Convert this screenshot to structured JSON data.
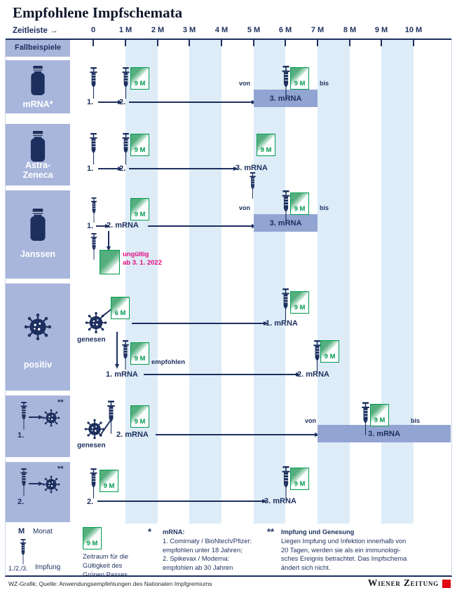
{
  "title": "Empfohlene Impfschemata",
  "timeline": {
    "label": "Zeitleiste",
    "arrow": "→",
    "months": [
      "0",
      "1 M",
      "2 M",
      "3 M",
      "4 M",
      "5 M",
      "6 M",
      "7 M",
      "8 M",
      "9 M",
      "10 M"
    ]
  },
  "sidebar": {
    "header": "Fallbeispiele",
    "case1": "mRNA*",
    "case2a": "Astra-",
    "case2b": "Zeneca",
    "case3": "Janssen",
    "case4": "positiv"
  },
  "shared": {
    "dose1": "1.",
    "dose2": "2.",
    "mrna1": "1. mRNA",
    "mrna2": "2. mRNA",
    "mrna3": "3. mRNA",
    "von": "von",
    "bis": "bis",
    "m9": "9 M",
    "m6": "6 M",
    "genesen": "genesen",
    "empfohlen": "empfohlen",
    "invalid1": "ungültig",
    "invalid2": "ab 3. 1. 2022",
    "star": "*",
    "stars": "**"
  },
  "legend": {
    "m_abbr": "M",
    "m_word": "Monat",
    "doses": "1./2./3.",
    "impfung": "Impfung",
    "pass1": "Zeitraum für die",
    "pass2": "Gültigkeit des",
    "pass3": "Grünen Passes",
    "mrna_title": "mRNA:",
    "mrna_l1": "1. Comirnaty / BioNtech/Pfizer:",
    "mrna_l2": "empfohlen unter 18 Jahren;",
    "mrna_l3": "2. Spikevax / Moderna:",
    "mrna_l4": "empfohlen ab 30 Jahren",
    "gen_title": "Impfung und Genesung",
    "gen_l1": "Liegen Impfung und Infektion innerhalb von",
    "gen_l2": "20 Tagen, werden sie als ein immunologi-",
    "gen_l3": "sches Ereignis betrachtet. Das Impfschema",
    "gen_l4": "ändert sich nicht."
  },
  "footer": {
    "credit": "WZ-Grafik; Quelle: Anwendungsempfehlungen des Nationalen Impfgremiums",
    "brand": "Wiener Zeitung"
  },
  "colors": {
    "navy": "#1c2f5e",
    "periwinkle": "#a8b6db",
    "bar_blue": "#92a4d1",
    "stripe_blue": "#ddecf7",
    "green": "#009a4f",
    "pink": "#e5097f",
    "logo_red": "#e30613"
  }
}
